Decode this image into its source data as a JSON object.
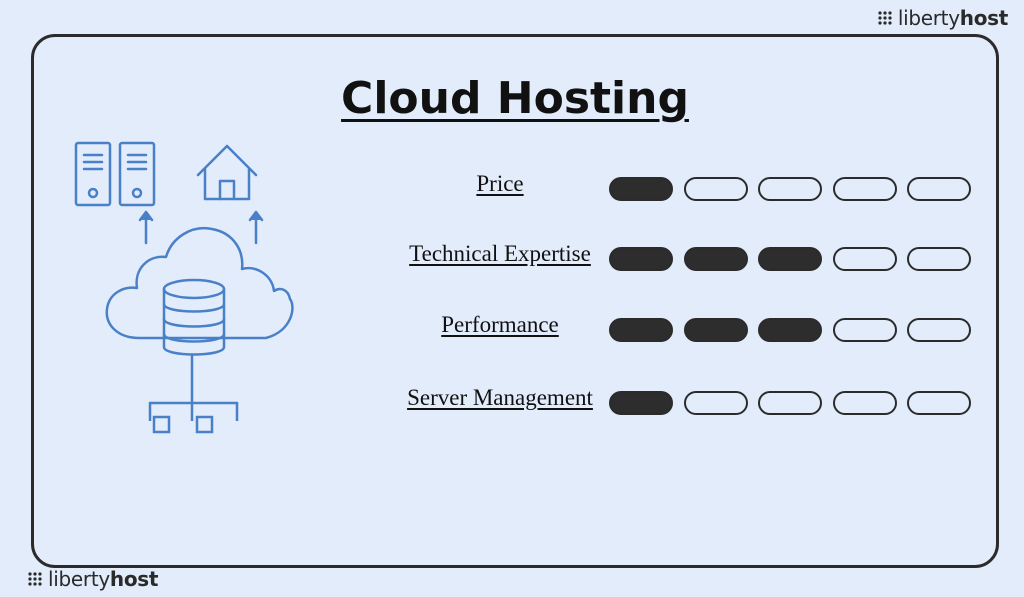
{
  "brand": {
    "light": "liberty",
    "bold": "host"
  },
  "title": "Cloud Hosting",
  "rating_max": 5,
  "rows": [
    {
      "label": "Price",
      "rating": 1
    },
    {
      "label": "Technical  Expertise",
      "rating": 3
    },
    {
      "label": "Performance",
      "rating": 3
    },
    {
      "label": "Server Management",
      "rating": 1
    }
  ],
  "colors": {
    "background": "#e3ecfb",
    "icon_blue": "#4a80c8",
    "dark": "#2d2d2d"
  },
  "icons": [
    "server-icon",
    "home-icon",
    "cloud-icon",
    "database-icon",
    "network-tree-icon"
  ]
}
